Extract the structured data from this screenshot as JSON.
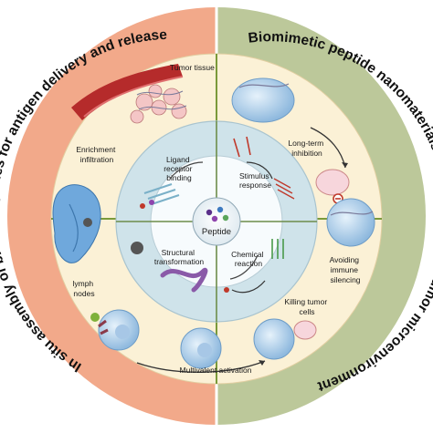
{
  "colors": {
    "left_ring": "#f2a98a",
    "right_ring": "#bcc89a",
    "cream": "#fbf1d6",
    "inner_ring": "#cfe3ea",
    "inner_core": "#f7fbfd",
    "divider": "#7a9a3a"
  },
  "ring": {
    "left_title": "In situ assembly of bionic peptides for antigen delivery and release",
    "right_title": "Biomimetic peptide nanomaterials for regulating the tumor microenvironment"
  },
  "outer_labels": {
    "tumor_tissue": "Tumor tissue",
    "enrichment": [
      "Enrichment",
      "infiltration"
    ],
    "lymph_nodes": [
      "lymph",
      "nodes"
    ],
    "multivalent": "Multivalent activation",
    "long_term": [
      "Long-term",
      "inhibition"
    ],
    "avoiding": [
      "Avoiding",
      "immune",
      "silencing"
    ],
    "killing": [
      "Killing tumor",
      "cells"
    ]
  },
  "inner_labels": {
    "ligand": [
      "Ligand",
      "receptor",
      "binding"
    ],
    "stimulus": [
      "Stimulus",
      "response"
    ],
    "structural": [
      "Structural",
      "transformation"
    ],
    "chemical": [
      "Chemical",
      "reaction"
    ],
    "center": "Peptide"
  },
  "icons": {
    "vessel": "blood-vessel-icon",
    "lymph": "lymph-node-icon",
    "cell": "cell-icon",
    "antibody": "antibody-icon",
    "inhibit": "inhibit-icon"
  }
}
